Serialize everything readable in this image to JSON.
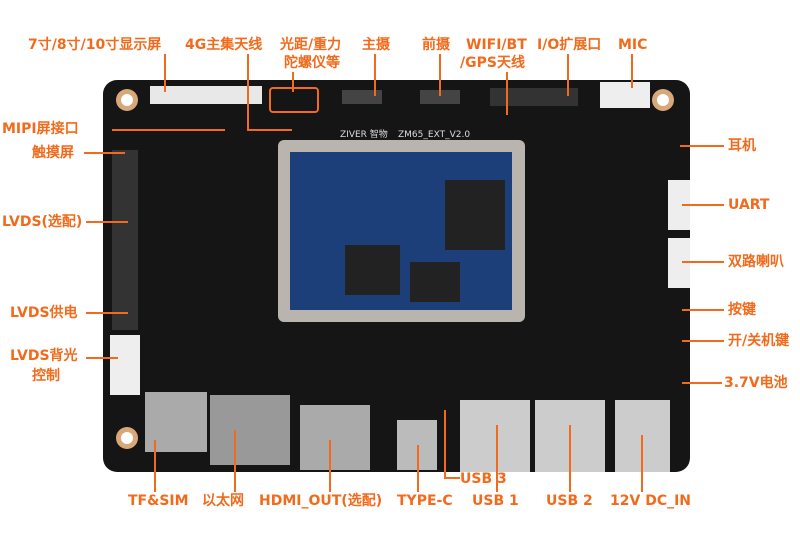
{
  "colors": {
    "accent": "#f26a1b",
    "board": "#151515",
    "module": "#b9b4ad"
  },
  "board": {
    "silk_brand": "ZIVER 智物",
    "silk_model": "ZM65_EXT_V2.0"
  },
  "labels": {
    "top": [
      "7寸/8寸/10寸显示屏",
      "4G主集天线",
      "光距/重力",
      "陀螺仪等",
      "主摄",
      "前摄",
      "WIFI/BT",
      "/GPS天线",
      "I/O扩展口",
      "MIC"
    ],
    "left": [
      "MIPI屏接口",
      "触摸屏",
      "LVDS(选配)",
      "LVDS供电",
      "LVDS背光",
      "控制"
    ],
    "right": [
      "耳机",
      "UART",
      "双路喇叭",
      "按键",
      "开/关机键",
      "3.7V电池"
    ],
    "bottom": [
      "TF&SIM",
      "以太网",
      "HDMI_OUT(选配)",
      "TYPE-C",
      "USB 3",
      "USB 1",
      "USB 2",
      "12V DC_IN"
    ]
  }
}
